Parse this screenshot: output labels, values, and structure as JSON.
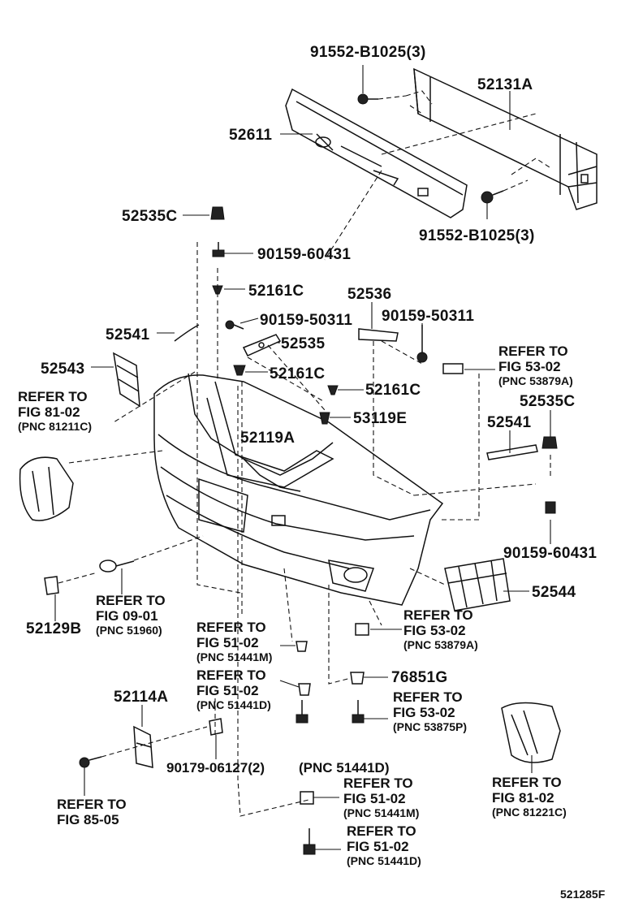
{
  "diagram_id": "521285F",
  "labels": {
    "l91552_top": "91552-B1025(3)",
    "l52131A": "52131A",
    "l52611": "52611",
    "l91552_bot": "91552-B1025(3)",
    "l52535C_top": "52535C",
    "l90159_60431_top": "90159-60431",
    "l52161C_a": "52161C",
    "l52536": "52536",
    "l90159_50311_a": "90159-50311",
    "l90159_50311_b": "90159-50311",
    "l52541_left": "52541",
    "l52535": "52535",
    "l52543": "52543",
    "l52161C_b": "52161C",
    "l52161C_c": "52161C",
    "l53119E": "53119E",
    "l52119A": "52119A",
    "l52535C_right": "52535C",
    "l52541_right": "52541",
    "l90159_60431_right": "90159-60431",
    "l52544": "52544",
    "l52129B": "52129B",
    "l76851G": "76851G",
    "l52114A": "52114A",
    "l90179_06127": "90179-06127(2)",
    "l_pnc_51441D_mid": "(PNC 51441D)"
  },
  "refs": {
    "r_fig53_top": {
      "line1": "REFER TO",
      "line2": "FIG 53-02",
      "pnc": "(PNC 53879A)"
    },
    "r_fig81_left": {
      "line1": "REFER TO",
      "line2": "FIG 81-02",
      "pnc": "(PNC 81211C)"
    },
    "r_fig09": {
      "line1": "REFER TO",
      "line2": "FIG 09-01",
      "pnc": "(PNC 51960)"
    },
    "r_fig53_mid": {
      "line1": "REFER TO",
      "line2": "FIG 53-02",
      "pnc": "(PNC 53879A)"
    },
    "r_fig51_a": {
      "line1": "REFER TO",
      "line2": "FIG 51-02",
      "pnc": "(PNC 51441M)"
    },
    "r_fig51_b": {
      "line1": "REFER TO",
      "line2": "FIG 51-02",
      "pnc": "(PNC 51441D)"
    },
    "r_fig53_low": {
      "line1": "REFER TO",
      "line2": "FIG 53-02",
      "pnc": "(PNC 53875P)"
    },
    "r_fig85": {
      "line1": "REFER TO",
      "line2": "FIG 85-05"
    },
    "r_fig51_c": {
      "line1": "REFER TO",
      "line2": "FIG 51-02",
      "pnc": "(PNC 51441M)"
    },
    "r_fig51_d": {
      "line1": "REFER TO",
      "line2": "FIG 51-02",
      "pnc": "(PNC 51441D)"
    },
    "r_fig81_right": {
      "line1": "REFER TO",
      "line2": "FIG 81-02",
      "pnc": "(PNC 81221C)"
    }
  }
}
